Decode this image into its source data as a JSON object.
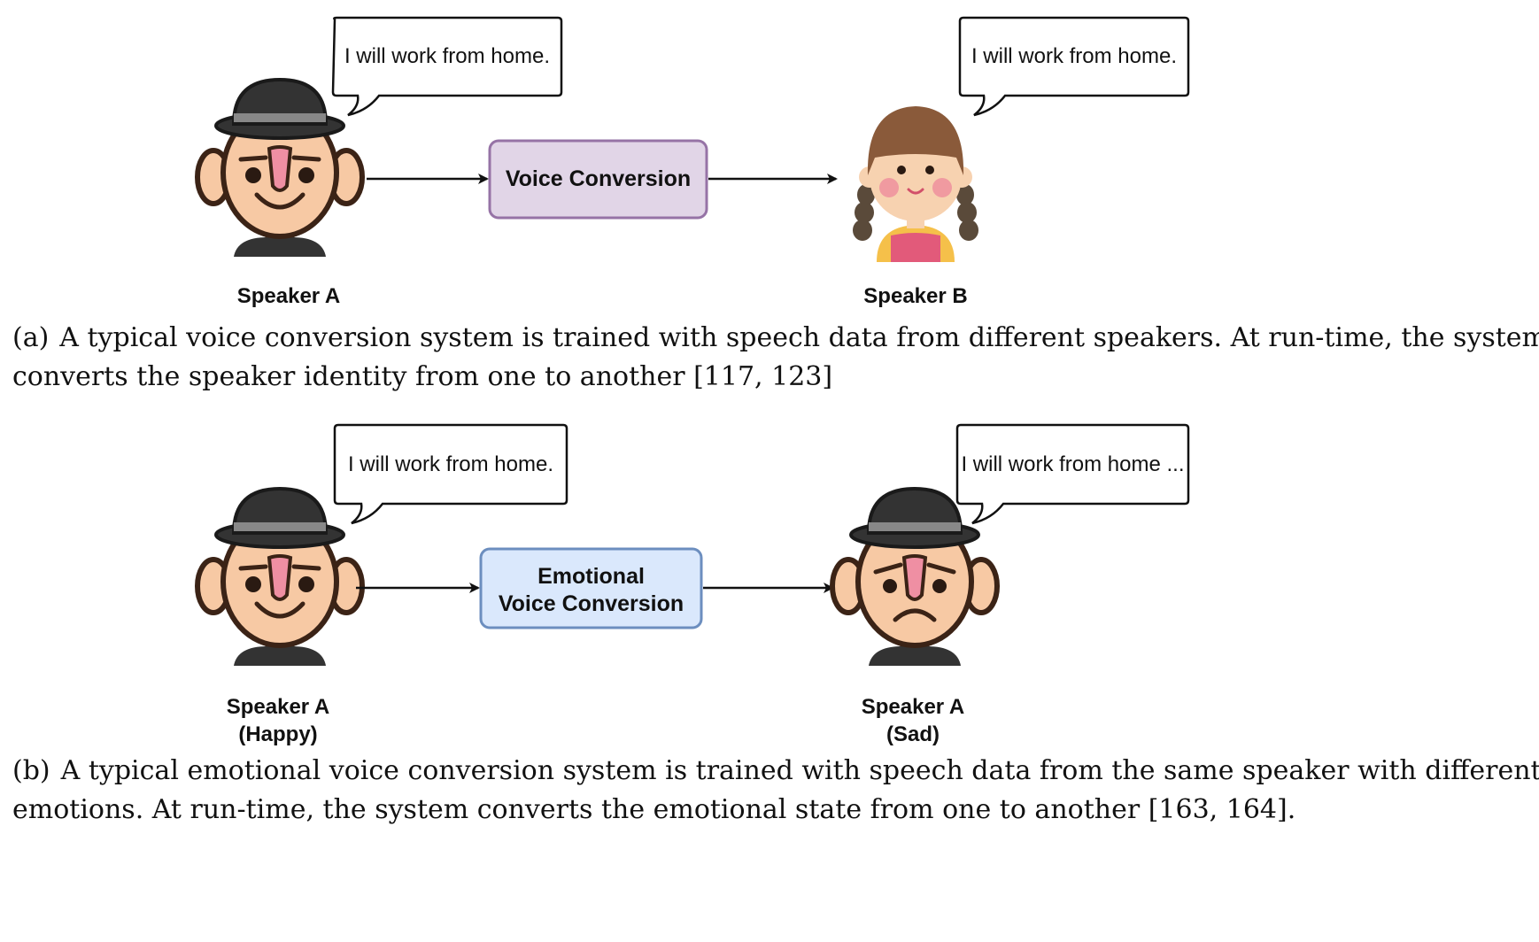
{
  "panel_a": {
    "source_bubble": "I will work from home.",
    "target_bubble": "I will work from home.",
    "box_label": "Voice Conversion",
    "box_color": "#e1d5e7",
    "box_border": "#9673a6",
    "source_label": "Speaker A",
    "target_label": "Speaker B",
    "caption_tag": "(a)",
    "caption_line1": "A typical voice conversion system is trained with speech data from different speakers. At run-time, the system",
    "caption_line2": "converts the speaker identity from one to another [117, 123]"
  },
  "panel_b": {
    "source_bubble": "I will work from home.",
    "target_bubble": "I will work from home ...",
    "box_label_line1": "Emotional",
    "box_label_line2": "Voice Conversion",
    "box_color": "#dae8fc",
    "box_border": "#6c8ebf",
    "source_label_line1": "Speaker A",
    "source_label_line2": "(Happy)",
    "target_label_line1": "Speaker A",
    "target_label_line2": "(Sad)",
    "caption_tag": "(b)",
    "caption_line1": "A typical emotional voice conversion system is trained with speech data from the same speaker with different",
    "caption_line2": "emotions. At run-time, the system converts the emotional state from one to another [163, 164]."
  },
  "icons": {
    "man_happy": "man-happy-icon",
    "girl": "girl-icon",
    "man_sad": "man-sad-icon"
  }
}
